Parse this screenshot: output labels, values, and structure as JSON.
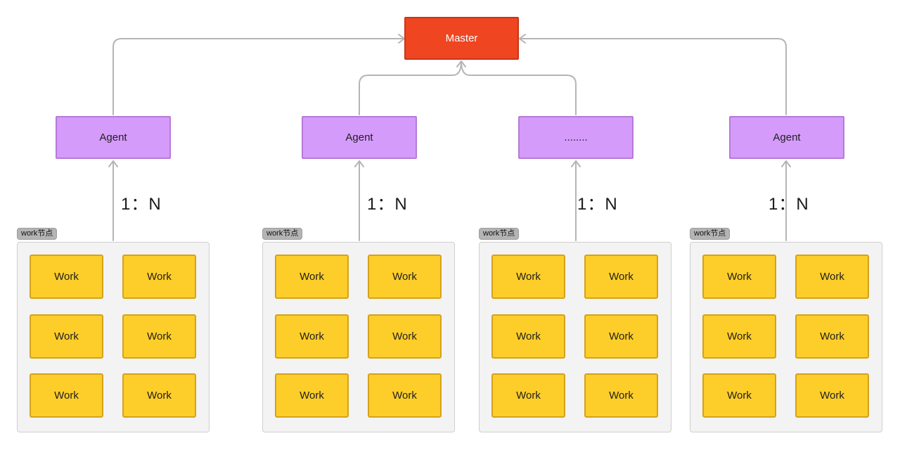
{
  "master": {
    "label": "Master"
  },
  "agents": [
    {
      "label": "Agent",
      "ratio": "1：N",
      "group_tag": "work节点",
      "works": [
        "Work",
        "Work",
        "Work",
        "Work",
        "Work",
        "Work"
      ]
    },
    {
      "label": "Agent",
      "ratio": "1：N",
      "group_tag": "work节点",
      "works": [
        "Work",
        "Work",
        "Work",
        "Work",
        "Work",
        "Work"
      ]
    },
    {
      "label": "........",
      "ratio": "1：N",
      "group_tag": "work节点",
      "works": [
        "Work",
        "Work",
        "Work",
        "Work",
        "Work",
        "Work"
      ]
    },
    {
      "label": "Agent",
      "ratio": "1：N",
      "group_tag": "work节点",
      "works": [
        "Work",
        "Work",
        "Work",
        "Work",
        "Work",
        "Work"
      ]
    }
  ],
  "colors": {
    "master": "#ef4521",
    "agent": "#d59bfa",
    "work": "#fdcd29",
    "group_background": "#f3f3f3",
    "connector": "#b5b5b5"
  }
}
